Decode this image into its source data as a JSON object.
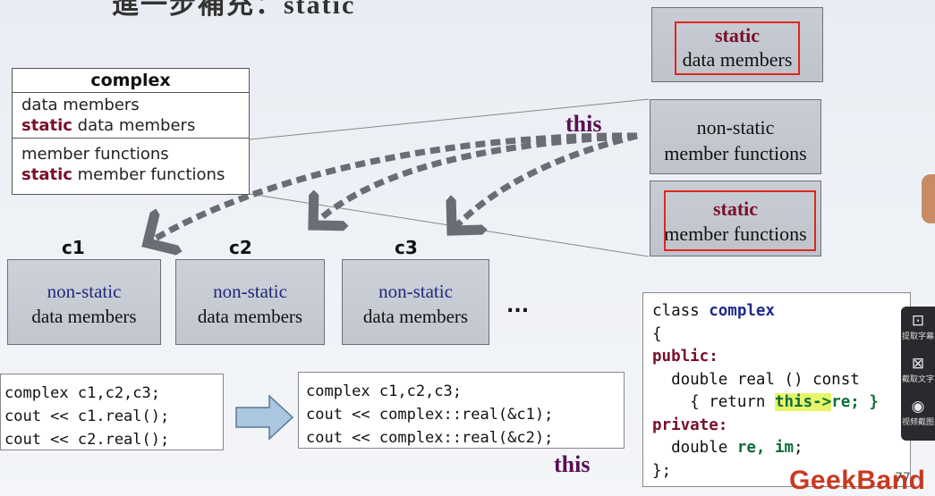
{
  "slide_title_partial": "進一步補充：static",
  "uml_box": {
    "title": "complex",
    "line1": "data members",
    "line2_kw": "static",
    "line2_rest": " data members",
    "line3": "member functions",
    "line4_kw": "static",
    "line4_rest": " member functions"
  },
  "right_stack": {
    "box1_kw": "static",
    "box1_text": "data members",
    "box2_line1": "non-static",
    "box2_line2": "member functions",
    "box3_kw": "static",
    "box3_text": "member functions"
  },
  "this_label_top": "this",
  "objects": [
    {
      "label": "c1",
      "line1": "non-static",
      "line2": "data members"
    },
    {
      "label": "c2",
      "line1": "non-static",
      "line2": "data members"
    },
    {
      "label": "c3",
      "line1": "non-static",
      "line2": "data members"
    }
  ],
  "ellipsis": "...",
  "code_left": [
    "complex c1,c2,c3;",
    "cout << c1.real();",
    "cout << c2.real();"
  ],
  "code_mid": [
    "complex c1,c2,c3;",
    "cout << complex::real(&c1);",
    "cout << complex::real(&c2);"
  ],
  "this_label_bottom": "this",
  "class_code": {
    "l1a": "class ",
    "l1b": "complex",
    "l2": "{",
    "l3": "public:",
    "l4": "  double real () const",
    "l5a": "    { return ",
    "l5b": "this->",
    "l5c": "re; }",
    "l6": "private:",
    "l7a": "  double ",
    "l7b": "re, im",
    "l7c": ";",
    "l8": "};"
  },
  "sidebar": [
    {
      "icon": "text-extract-icon",
      "glyph": "⊡",
      "label": "提取字幕"
    },
    {
      "icon": "screenshot-text-icon",
      "glyph": "⊠",
      "label": "截取文字"
    },
    {
      "icon": "camera-icon",
      "glyph": "◉",
      "label": "视频截图"
    }
  ],
  "brand": "GeekBand",
  "page_number": "77",
  "colors": {
    "accent_red": "#e0261f",
    "keyword": "#7a0f2a",
    "this_color": "#5a0f55"
  }
}
